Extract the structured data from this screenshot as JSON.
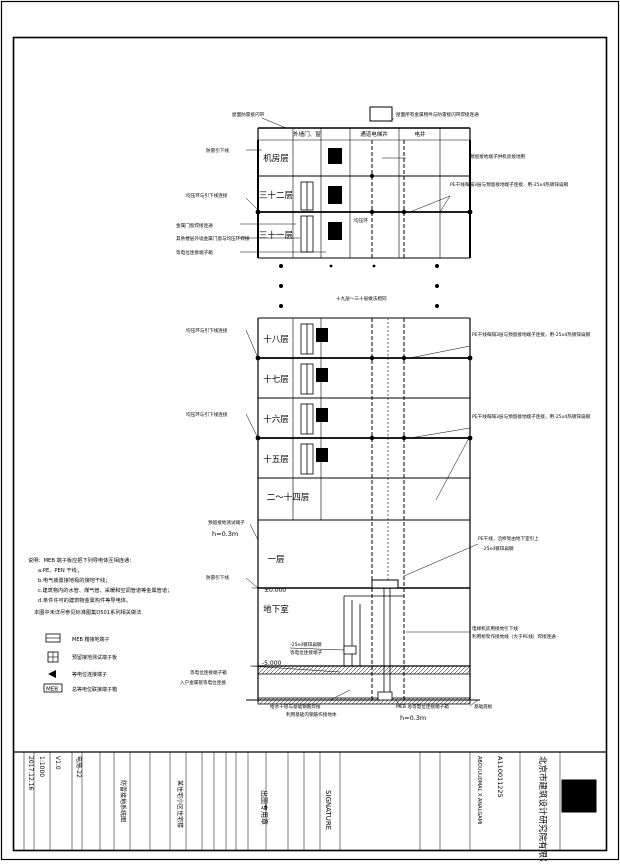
{
  "floors": {
    "machine_room": "机房层",
    "f32": "三十二层",
    "f31": "三十一层",
    "f18": "十八层",
    "f17": "十七层",
    "f16": "十六层",
    "f15": "十五层",
    "f2_14": "二～十四层",
    "f1": "一层",
    "basement": "地下室"
  },
  "columns": {
    "door_window": "外墙门、窗",
    "shaft": "通道电梯井",
    "electrical": "电井"
  },
  "labels": {
    "roof_band": "屋面防雷接闪带",
    "roof_metal": "屋面所有金属物件与防雷接闪带焊接连通",
    "down_conductor_top": "防雷引下线",
    "machine_conn": "预留接地端子供机房接地用",
    "equalize_ring_32": "均压环与引下线连接",
    "equalize_ring": "均压环",
    "pe_branch_top": "PE干线每隔3层与预留接地端子连接，用-25x4热镀锌扁钢",
    "metal_doors": "金属门窗焊接连通",
    "metal_frame": "其余楼层外墙金属门窗与均压环焊接",
    "eq_terminal_top": "等电位连接端子箱",
    "mid_break": "十九层～三十层做法相同",
    "equalize_18": "均压环与引下线连接",
    "pe_branch_18": "PE干线每隔3层与预留接地端子连接，用-25x4热镀锌扁钢",
    "equalize_16": "均压环与引下线连接",
    "pe_branch_16": "PE干线每隔3层与预留接地端子连接，用-25x4热镀锌扁钢",
    "test_terminal": "预留接地测试端子",
    "h_test": "h=0.3m",
    "pe_main": "PE干线，沿桥架由地下室引上",
    "pe_main2": "-25x4镀锌扁钢",
    "down_conductor_bot": "防雷引下线",
    "elev0": "±0.000",
    "eq_flat": "-25x4镀锌扁钢",
    "eq_connect": "等电位连接端子",
    "eq_box_note": "等电位连接端子箱",
    "foundation": "入户金属管等电位连接",
    "elev5": "-5.000",
    "ground_rebar": "利用基础内钢筋作接地体",
    "water_pipe": "给水干管与基础钢筋焊接",
    "meb_box": "MEB 总等电位连接端子箱",
    "h_meb": "h=0.3m",
    "base_slab": "基础底板",
    "cable_tray_a": "电梯机房用接地引下线",
    "cable_tray_b": "利用桥架作接地线（大于PE线）焊接连通"
  },
  "notes": {
    "title": "说明：MEB 端子板应把下列导电体互相连通：",
    "a": "a.PE、PEN 干线；",
    "b": "b.电气装置接地极的接地干线；",
    "c": "c.建筑物内的水管、煤气管、采暖和空调管道等金属管道；",
    "d": "d.条件许可的建筑物金属构件等导电体。",
    "e": "本图中未详尽参见标准图集D501系列相关做法"
  },
  "legend": {
    "item1": "MEB 箱接地端子",
    "item2": "预留接地测试端子板",
    "item3": "等电位连接端子",
    "item4": "总等电位联接端子箱",
    "meb": "MEB"
  },
  "title_block": {
    "company_cn": "北京市建筑设计研究院有限公司",
    "company_code": "ABOUUU0MAL X ANALGAMI",
    "cert_code": "A110011225",
    "drawing_name": "防雷接地系统图",
    "project_name": "某住宅小区住宅楼",
    "sign_header": "SIGNATURE",
    "seal": "出图专用章",
    "date": "2017.12.16",
    "scale": "1:1000",
    "version": "V1.0",
    "sheet_no": "电施-22"
  }
}
